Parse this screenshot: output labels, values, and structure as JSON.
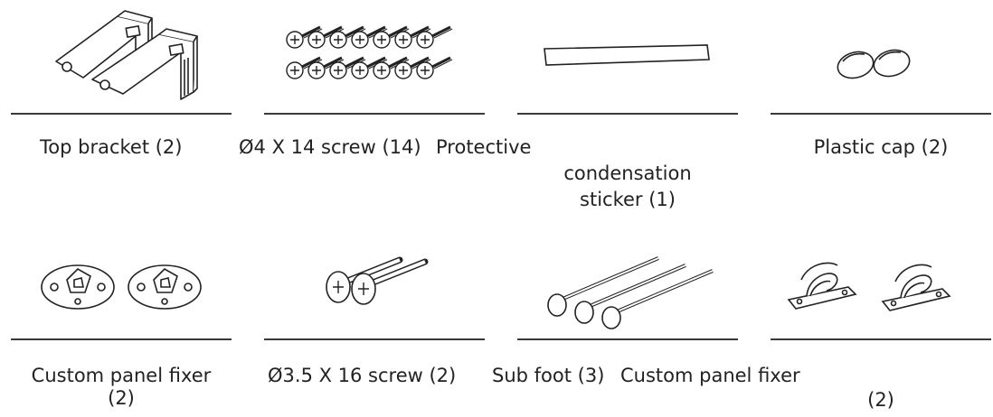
{
  "parts": {
    "top_bracket": "Top bracket (2)",
    "screw_14": "Ø4 X 14 screw (14)",
    "protective_line1": "Protective",
    "protective_line2": "condensation",
    "protective_line3": "sticker (1)",
    "plastic_cap": "Plastic cap (2)",
    "custom_panel_fixer_a_line1": "Custom panel fixer",
    "custom_panel_fixer_a_line2": "(2)",
    "screw_16": "Ø3.5 X 16 screw (2)",
    "sub_foot": "Sub foot (3)",
    "custom_panel_fixer_b_line1": "Custom panel fixer",
    "custom_panel_fixer_b_line2": "(2)"
  }
}
